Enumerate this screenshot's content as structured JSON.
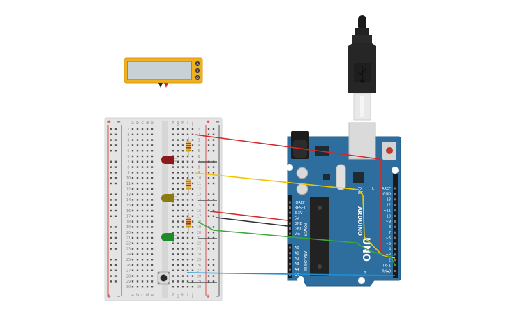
{
  "breadboard": {
    "row_numbers": [
      "1",
      "2",
      "3",
      "4",
      "5",
      "6",
      "7",
      "8",
      "9",
      "10",
      "11",
      "12",
      "13",
      "14",
      "15",
      "16",
      "17",
      "18",
      "19",
      "20",
      "21",
      "22",
      "23",
      "24",
      "25",
      "26",
      "27",
      "28",
      "29",
      "30"
    ],
    "left_columns": [
      "a",
      "b",
      "c",
      "d",
      "e"
    ],
    "right_columns": [
      "f",
      "g",
      "h",
      "i",
      "j"
    ],
    "rail_plus": "+",
    "rail_minus": "−"
  },
  "leds": [
    {
      "color": "#8b1a1a"
    },
    {
      "color": "#8a7a12"
    },
    {
      "color": "#1e8a2a"
    }
  ],
  "multimeter": {
    "display_value": "",
    "button_labels": [
      "A",
      "V",
      "Ω"
    ]
  },
  "arduino": {
    "brand": "ARDUINO",
    "model": "UNO",
    "power_header_label": "POWER",
    "analog_header_label": "ANALOG IN",
    "power_pins": [
      "IOREF",
      "RESET",
      "3.3V",
      "5V",
      "GND",
      "GND",
      "Vin"
    ],
    "analog_pins": [
      "A0",
      "A1",
      "A2",
      "A3",
      "A4",
      "A5"
    ],
    "digital_pins": [
      "AREF",
      "GND",
      "13",
      "12",
      "~11",
      "~10",
      "~9",
      "8",
      "7",
      "~6",
      "~5",
      "4",
      "~3",
      "2",
      "TX▸1",
      "RX◂0"
    ],
    "tx_label": "TX",
    "rx_label": "RX",
    "l_label": "L",
    "on_label": "ON"
  },
  "wires": [
    {
      "color": "#d62828"
    },
    {
      "color": "#f2c400"
    },
    {
      "color": "#d62828"
    },
    {
      "color": "#333333"
    },
    {
      "color": "#3aa83a"
    },
    {
      "color": "#1f8fd1"
    }
  ]
}
